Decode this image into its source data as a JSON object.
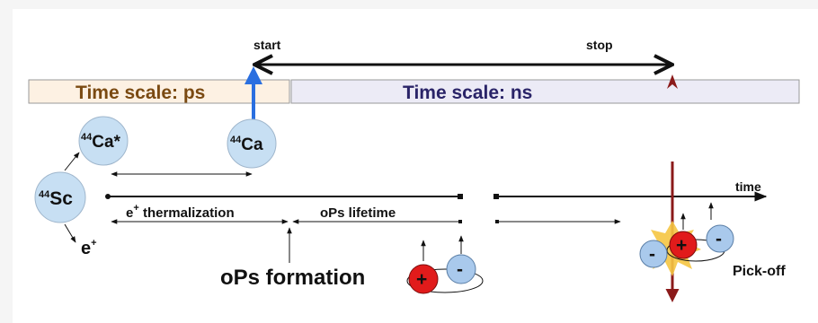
{
  "labels": {
    "start": "start",
    "stop": "stop",
    "ps_bar": "Time scale: ps",
    "ns_bar": "Time scale: ns",
    "time": "time",
    "thermalization_sup": "+",
    "thermalization": "e",
    "thermalization_rest": " thermalization",
    "ops_lifetime": "oPs lifetime",
    "ops_formation": "oPs formation",
    "pick_off": "Pick-off"
  },
  "nuclei": {
    "sc": {
      "mass": "44",
      "symbol": "Sc"
    },
    "ca_excited": {
      "mass": "44",
      "symbol": "Ca*"
    },
    "ca": {
      "mass": "44",
      "symbol": "Ca"
    }
  },
  "particles": {
    "positron": {
      "symbol": "e",
      "charge": "+"
    },
    "plus": "+",
    "minus": "-"
  },
  "colors": {
    "ps_bar_fill": "#fdf1e3",
    "ps_text": "#7a4a12",
    "ns_bar_fill": "#ecebf6",
    "ns_text": "#2a2468",
    "nucleus_fill": "#c7dff3",
    "positive_charge": "#e11b1b",
    "negative_charge": "#a9c9ec",
    "start_arrow": "#2a6fe0",
    "stop_marker": "#8b1a1a",
    "burst": "#f5c542"
  }
}
